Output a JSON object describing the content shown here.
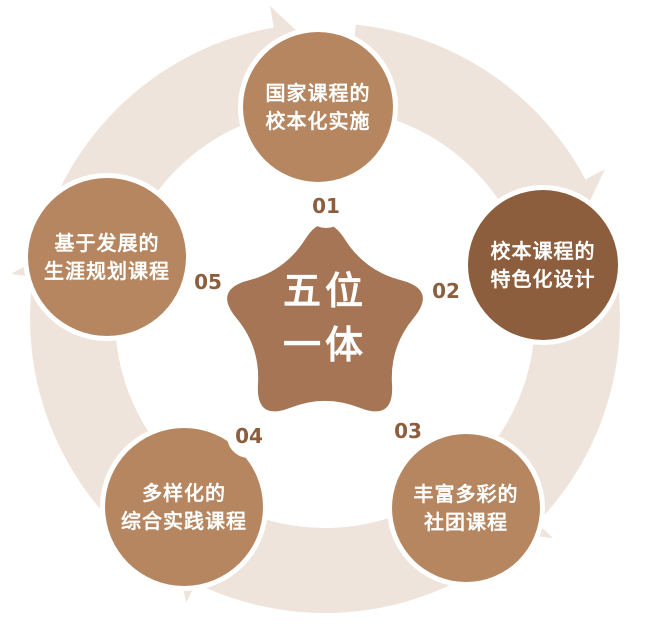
{
  "center": {
    "text": "五位\n一体",
    "color": "#a57556"
  },
  "colors": {
    "arrow": "#efe4db",
    "node": "#b68660",
    "node_dark": "#8c5e3e",
    "number_text": "#8c5e3e"
  },
  "nodes": [
    {
      "number": "01",
      "label": "国家课程的\n校本化实施",
      "color": "#b68660"
    },
    {
      "number": "02",
      "label": "校本课程的\n特色化设计",
      "color": "#8c5e3e"
    },
    {
      "number": "03",
      "label": "丰富多彩的\n社团课程",
      "color": "#b68660"
    },
    {
      "number": "04",
      "label": "多样化的\n综合实践课程",
      "color": "#b68660"
    },
    {
      "number": "05",
      "label": "基于发展的\n生涯规划课程",
      "color": "#b68660"
    }
  ]
}
